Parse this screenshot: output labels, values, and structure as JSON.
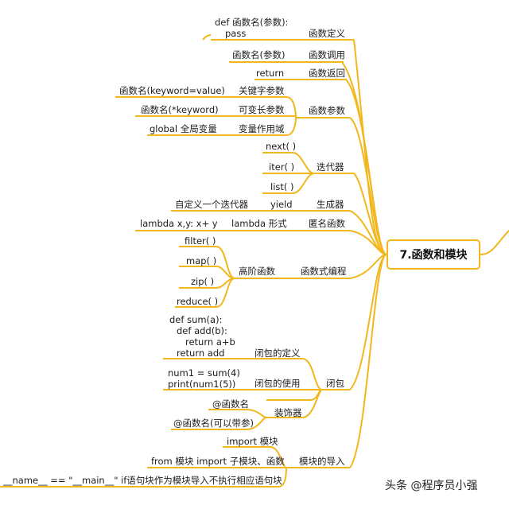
{
  "center": {
    "label": "7.函数和模块"
  },
  "branches": {
    "def_block": {
      "line1": "def 函数名(参数):",
      "line2": "pass",
      "label": "函数定义"
    },
    "call": {
      "value": "函数名(参数)",
      "label": "函数调用"
    },
    "return": {
      "value": "return",
      "label": "函数返回"
    },
    "params": {
      "label": "函数参数",
      "items": [
        {
          "example": "函数名(keyword=value)",
          "label": "关键字参数"
        },
        {
          "example": "函数名(*keyword)",
          "label": "可变长参数"
        },
        {
          "example": "global 全局变量",
          "label": "变量作用域"
        }
      ]
    },
    "iterator": {
      "label": "迭代器",
      "items": [
        "next( )",
        "iter( )",
        "list( )"
      ]
    },
    "generator": {
      "example": "自定义一个迭代器",
      "mid": "yield",
      "label": "生成器"
    },
    "lambda": {
      "example": "lambda x,y: x+ y",
      "mid": "lambda 形式",
      "label": "匿名函数"
    },
    "functional": {
      "label": "函数式编程",
      "mid": "高阶函数",
      "items": [
        "filter( )",
        "map( )",
        "zip( )",
        "reduce( )"
      ]
    },
    "closure": {
      "label": "闭包",
      "def_lines": [
        "def sum(a):",
        "def add(b):",
        "return a+b",
        "return add"
      ],
      "def_label": "闭包的定义",
      "use_lines": [
        "num1 = sum(4)",
        "print(num1(5))"
      ],
      "use_label": "闭包的使用",
      "decor_label": "装饰器",
      "decor_items": [
        "@函数名",
        "@函数名(可以带参)"
      ]
    },
    "module": {
      "label": "模块的导入",
      "items": [
        "import 模块",
        "from 模块 import 子模块、函数"
      ],
      "main_left": "__name__ == \"__main__\"",
      "main_right": "if语句块作为模块导入不执行相应语句块"
    }
  },
  "watermark": {
    "text": "头条 @程序员小强"
  },
  "colors": {
    "line": "#f2b71c"
  }
}
